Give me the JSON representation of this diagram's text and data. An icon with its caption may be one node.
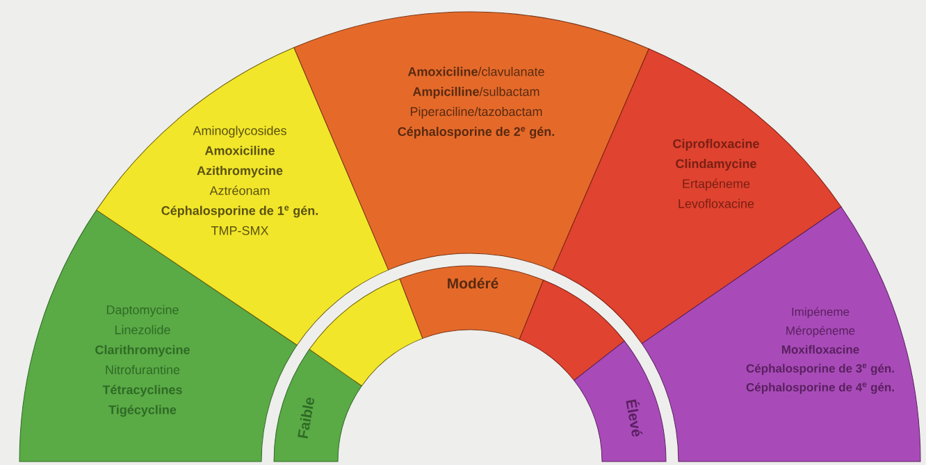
{
  "diagram": {
    "nodes": [
      {
        "text": [
          "Daptomycine",
          "Linezolide",
          "**Clarithromycine**",
          "Nitrofurantine",
          "**Tétracyclines**",
          "**Tigécycline**"
        ]
      },
      {
        "text": [
          "Aminoglycosides",
          "**Amoxiciline**",
          "**Azithromycine**",
          "Aztréonam",
          "**Céphalosporine de 1$^{e}$ gén.**",
          "TMP-SMX"
        ]
      },
      {
        "text": [
          "**Amoxiciline**/clavulanate",
          "**Ampicilline**/sulbactam",
          "Piperaciline/tazobactam",
          "**Céphalosporine de 2$^{e}$ gén.**"
        ]
      },
      {
        "text": [
          "**Ciprofloxacine**",
          "**Clindamycine**",
          "Ertapéneme",
          "Levofloxacine"
        ]
      },
      {
        "text": [
          "Imipéneme",
          "Méropéneme",
          "**Moxifloxacine**",
          "**Céphalosporine de 3$^{e}$ gén.**",
          "**Céphalosporine de 4$^{e}$ gén.**"
        ]
      },
      {
        "text": [
          "Faible"
        ]
      },
      {
        "text": [],
        "shape": "band"
      },
      {
        "text": [
          "Modéré"
        ]
      },
      {
        "text": [],
        "shape": "band"
      },
      {
        "text": [
          "Élevé"
        ]
      }
    ]
  }
}
